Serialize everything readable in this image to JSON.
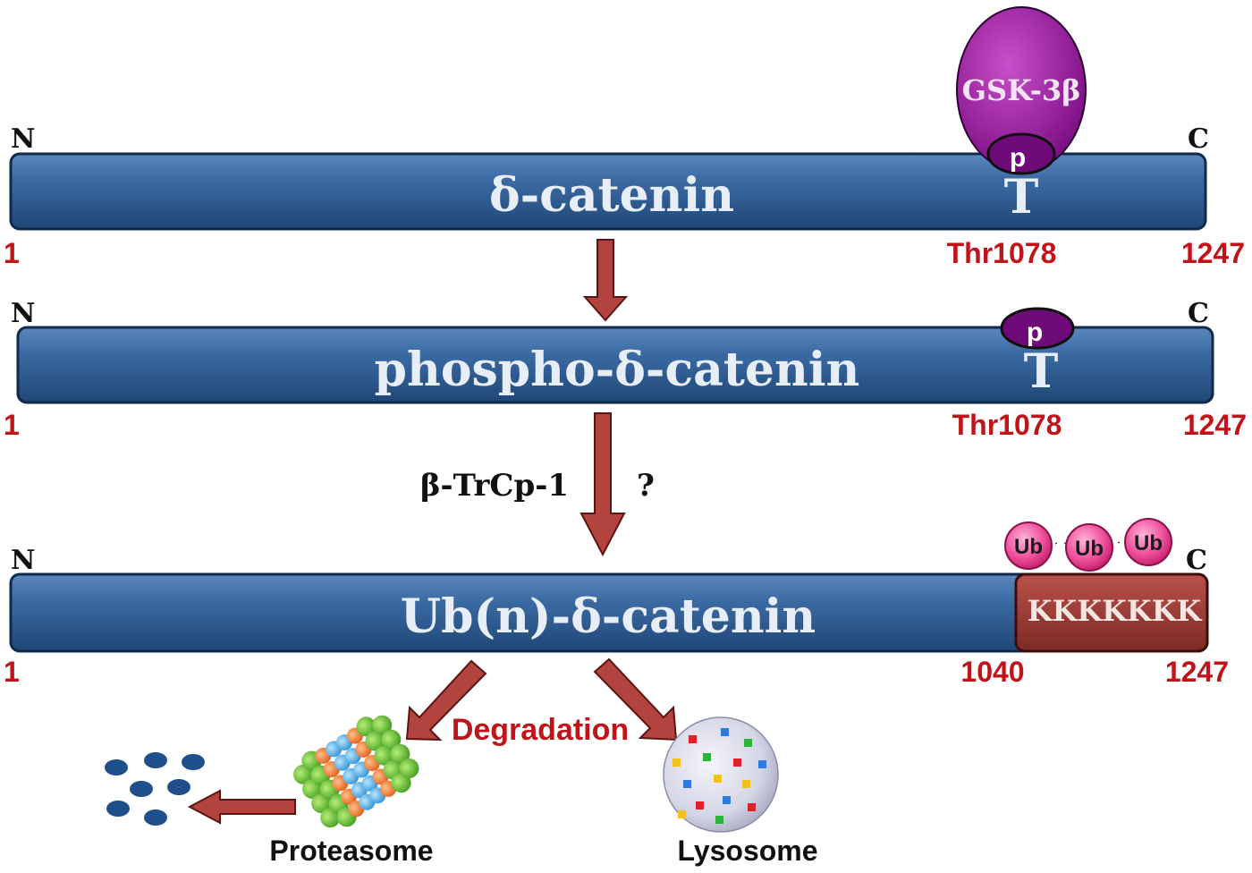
{
  "bar1": {
    "title": "δ-catenin",
    "n_label": "N",
    "c_label": "C",
    "start": "1",
    "end": "1247",
    "site_label": "Thr1078",
    "residue": "T",
    "phospho": "p",
    "kinase": "GSK-3β"
  },
  "bar2": {
    "title": "phospho-δ-catenin",
    "n_label": "N",
    "c_label": "C",
    "start": "1",
    "end": "1247",
    "site_label": "Thr1078",
    "residue": "T",
    "phospho": "p"
  },
  "arrow2": {
    "left_label": "β-TrCp-1",
    "right_label": "?"
  },
  "bar3": {
    "title": "Ub(n)-δ-catenin",
    "n_label": "N",
    "c_label": "C",
    "start": "1",
    "lysine_start": "1040",
    "end": "1247",
    "lysine_region": "KKKKKKK",
    "ubiquitins": [
      "Ub",
      "Ub",
      "Ub"
    ]
  },
  "degradation": {
    "label": "Degradation",
    "proteasome": "Proteasome",
    "lysosome": "Lysosome"
  },
  "colors": {
    "bar_blue": "#2f5e93",
    "arrow_red": "#b3433f",
    "label_red": "#c0141a",
    "kinase_purple": "#9a199e",
    "phospho_purple": "#6e0b78",
    "ub_pink": "#e9328a",
    "lysine_brown": "#9b3a34"
  }
}
